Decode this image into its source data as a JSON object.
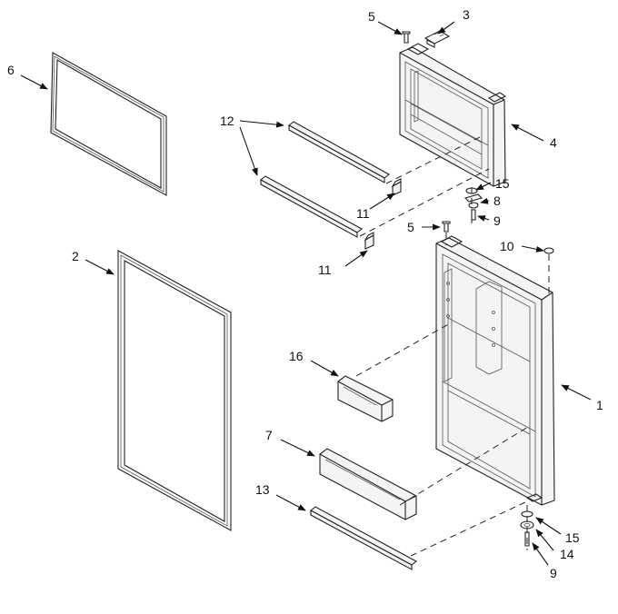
{
  "callouts": [
    {
      "id": "c1",
      "label": "1",
      "part": "door-assembly-lower"
    },
    {
      "id": "c2",
      "label": "2",
      "part": "door-gasket-large"
    },
    {
      "id": "c3",
      "label": "3",
      "part": "hinge-top"
    },
    {
      "id": "c4",
      "label": "4",
      "part": "freezer-door-assembly"
    },
    {
      "id": "c5a",
      "label": "5",
      "part": "screw-top"
    },
    {
      "id": "c5b",
      "label": "5",
      "part": "screw-middle"
    },
    {
      "id": "c6",
      "label": "6",
      "part": "door-gasket-small"
    },
    {
      "id": "c7",
      "label": "7",
      "part": "door-shelf-bin-large"
    },
    {
      "id": "c8",
      "label": "8",
      "part": "hinge-washer-upper"
    },
    {
      "id": "c9a",
      "label": "9",
      "part": "hinge-pin-upper"
    },
    {
      "id": "c9b",
      "label": "9",
      "part": "hinge-pin-lower"
    },
    {
      "id": "c10",
      "label": "10",
      "part": "plug-button"
    },
    {
      "id": "c11a",
      "label": "11",
      "part": "end-cap-upper"
    },
    {
      "id": "c11b",
      "label": "11",
      "part": "end-cap-lower"
    },
    {
      "id": "c12",
      "label": "12",
      "part": "door-trim-pair"
    },
    {
      "id": "c13",
      "label": "13",
      "part": "door-trim-bottom"
    },
    {
      "id": "c14",
      "label": "14",
      "part": "hinge-washer-lower"
    },
    {
      "id": "c15a",
      "label": "15",
      "part": "bushing-upper"
    },
    {
      "id": "c15b",
      "label": "15",
      "part": "bushing-lower"
    },
    {
      "id": "c16",
      "label": "16",
      "part": "door-shelf-bin-small"
    }
  ]
}
